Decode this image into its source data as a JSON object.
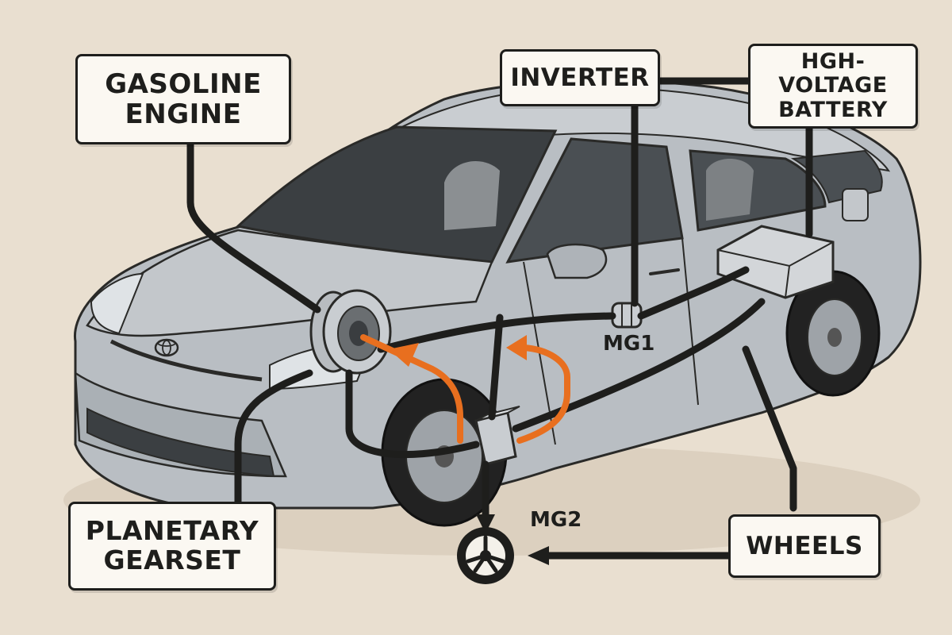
{
  "labels": {
    "gasoline_engine": [
      "GASOLINE",
      "ENGINE"
    ],
    "inverter": [
      "INVERTER"
    ],
    "battery": [
      "HGH-VOLTAGE",
      "BATTERY"
    ],
    "planetary_gearset": [
      "PLANETARY",
      "GEARSET"
    ],
    "wheels": [
      "WHEELS"
    ],
    "mg1": "MG1",
    "mg2": "MG2"
  },
  "colors": {
    "background": "#e9dfd0",
    "car_body": "#b9bec3",
    "cable": "#1e1e1c",
    "power_flow_arrow": "#e86f1f",
    "label_fill": "#fbf8f2"
  },
  "icons": [
    "wheel-icon",
    "toyota-logo-icon",
    "power-flow-arrow-icon"
  ]
}
